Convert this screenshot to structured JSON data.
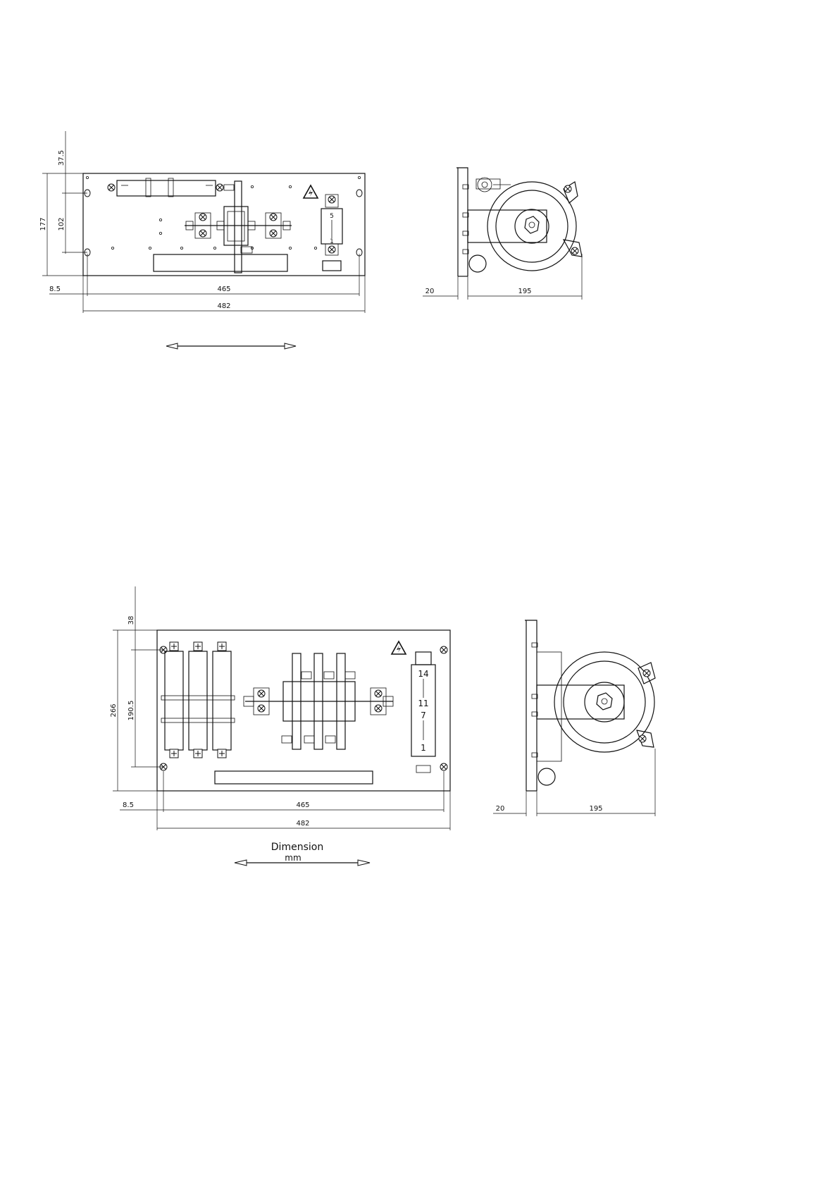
{
  "drawing_top": {
    "front_view": {
      "dims": {
        "top_offset": "37.5",
        "height_total": "177",
        "hole_spacing": "102",
        "margin_left": "8.5",
        "hole_width": "465",
        "width_total": "482"
      },
      "tap_numbers": [
        "5",
        "1"
      ]
    },
    "side_view": {
      "dims": {
        "bracket_depth": "20",
        "depth": "195"
      }
    }
  },
  "drawing_bottom": {
    "front_view": {
      "dims": {
        "top_offset": "38",
        "height_total": "266",
        "hole_spacing": "190.5",
        "margin_left": "8.5",
        "hole_width": "465",
        "width_total": "482"
      },
      "tap_numbers": [
        "14",
        "11",
        "7",
        "1"
      ]
    },
    "side_view": {
      "dims": {
        "bracket_depth": "20",
        "depth": "195"
      }
    },
    "caption": {
      "title": "Dimension",
      "unit": "mm"
    }
  },
  "icons": [
    "warning-high-voltage-icon",
    "screw-terminal-icon",
    "double-arrow-icon"
  ]
}
